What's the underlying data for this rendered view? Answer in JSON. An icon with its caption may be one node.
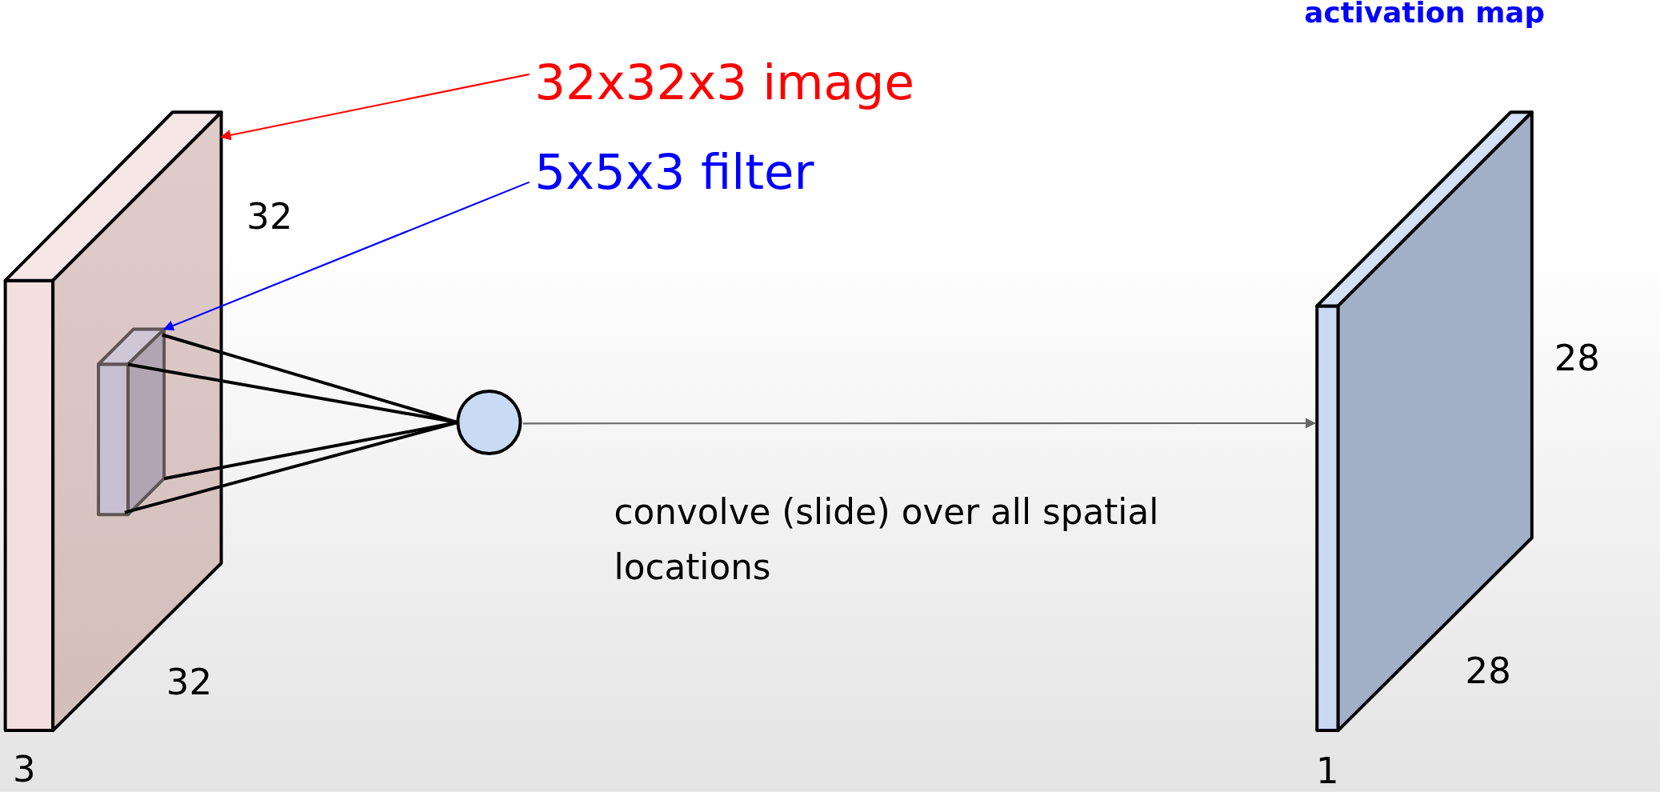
{
  "diagram": {
    "nodes": [
      {
        "text": [
          "32x32x3 image"
        ]
      },
      {
        "text": [
          "5x5x3 filter"
        ]
      },
      {
        "text": [],
        "shape": "box",
        "beside": [
          "32",
          "32",
          "3"
        ]
      },
      {
        "text": [],
        "shape": "box",
        "in": 2
      },
      {
        "text": [],
        "shape": "circle"
      },
      {
        "text": [],
        "shape": "box",
        "beside": [
          "28",
          "28",
          "1"
        ]
      }
    ],
    "edges": [
      {
        "from": 0,
        "to": 2,
        "arrow": "to",
        "color": "#ff0000"
      },
      {
        "from": 1,
        "to": 3,
        "arrow": "to",
        "color": "#0000ff"
      },
      {
        "from": 3,
        "to": 4,
        "arrow": "none"
      },
      {
        "from": 3,
        "to": 4,
        "arrow": "none"
      },
      {
        "from": 3,
        "to": 4,
        "arrow": "none"
      },
      {
        "from": 3,
        "to": 4,
        "arrow": "none"
      },
      {
        "from": 4,
        "to": 5,
        "arrow": "to",
        "color": "#666666",
        "label": "convolve (slide) over all spatial locations"
      }
    ],
    "labels": [
      "activation map"
    ]
  }
}
